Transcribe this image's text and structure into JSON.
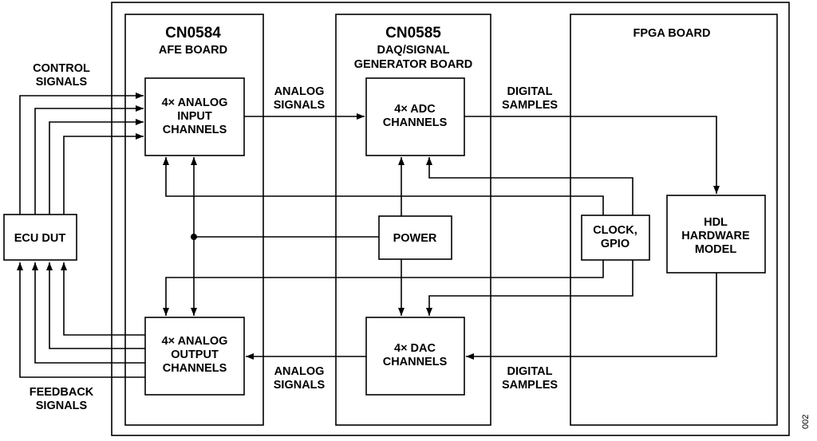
{
  "boards": {
    "cn0584": {
      "title": "CN0584",
      "subtitle": "AFE BOARD"
    },
    "cn0585": {
      "title": "CN0585",
      "subtitle_line1": "DAQ/SIGNAL",
      "subtitle_line2": "GENERATOR BOARD"
    },
    "fpga": {
      "title": "FPGA BOARD"
    }
  },
  "blocks": {
    "analog_input": [
      "4× ANALOG",
      "INPUT",
      "CHANNELS"
    ],
    "analog_output": [
      "4× ANALOG",
      "OUTPUT",
      "CHANNELS"
    ],
    "adc": [
      "4× ADC",
      "CHANNELS"
    ],
    "dac": [
      "4× DAC",
      "CHANNELS"
    ],
    "power": "POWER",
    "clock_gpio": [
      "CLOCK,",
      "GPIO"
    ],
    "hdl": [
      "HDL",
      "HARDWARE",
      "MODEL"
    ],
    "ecu": "ECU DUT"
  },
  "labels": {
    "control_signals": [
      "CONTROL",
      "SIGNALS"
    ],
    "feedback_signals": [
      "FEEDBACK",
      "SIGNALS"
    ],
    "analog_signals_top": [
      "ANALOG",
      "SIGNALS"
    ],
    "analog_signals_bottom": [
      "ANALOG",
      "SIGNALS"
    ],
    "digital_samples_top": [
      "DIGITAL",
      "SAMPLES"
    ],
    "digital_samples_bottom": [
      "DIGITAL",
      "SAMPLES"
    ]
  },
  "figure_code": "002"
}
